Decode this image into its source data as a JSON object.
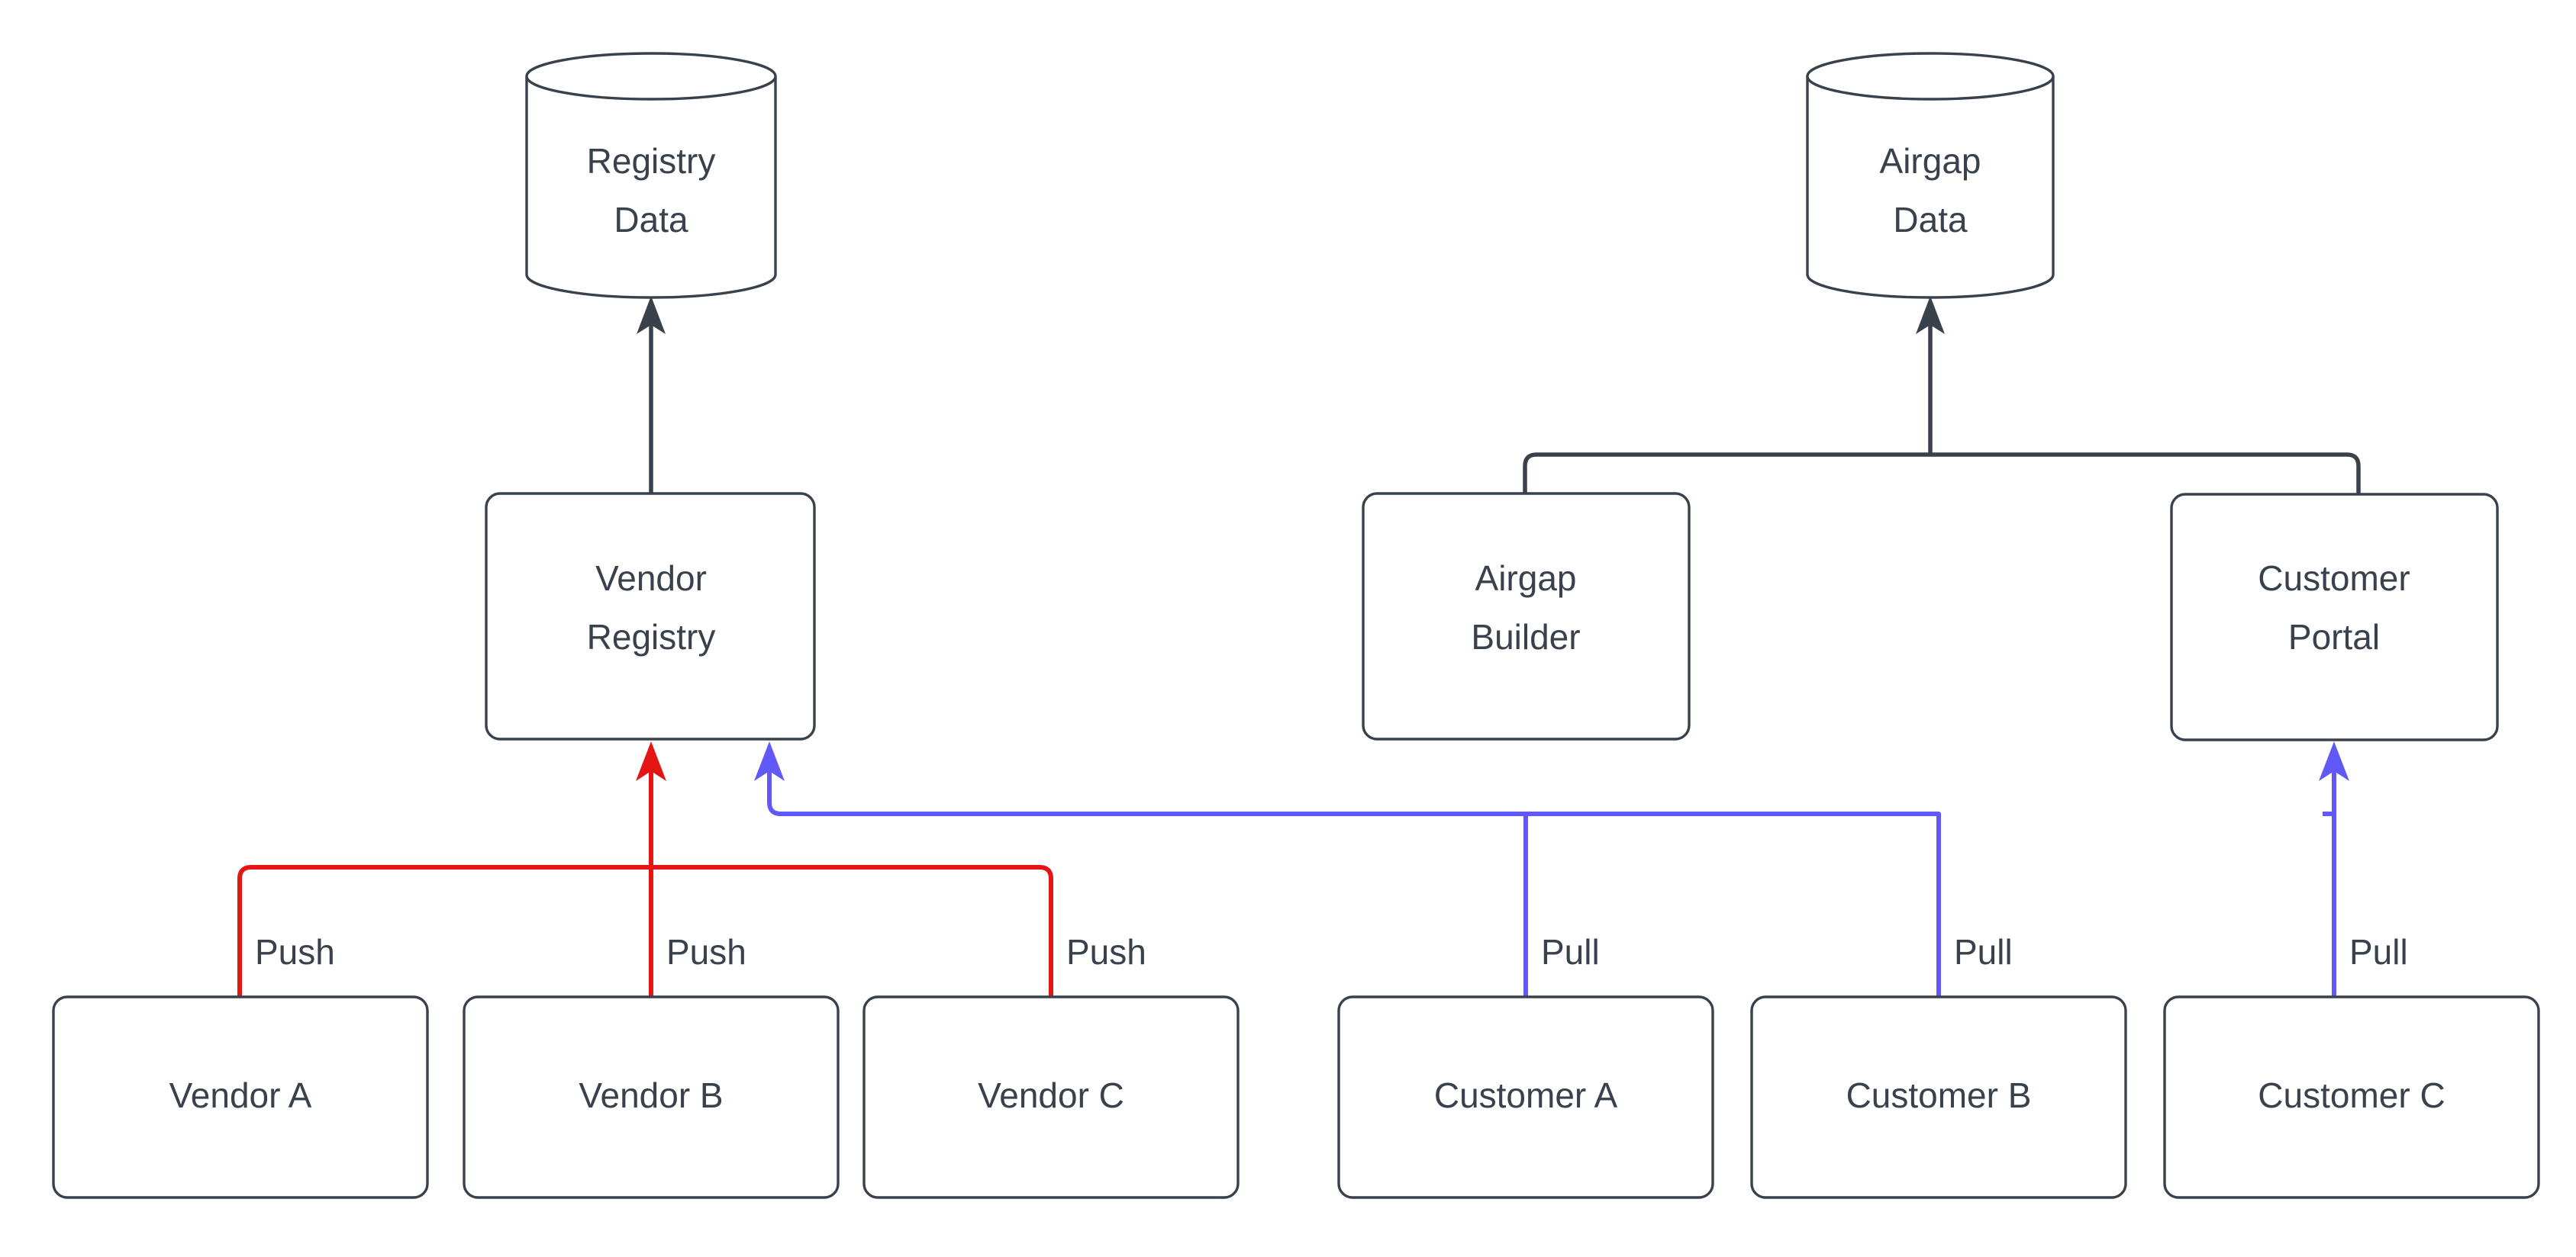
{
  "diagram": {
    "type": "flowchart",
    "background": "#ffffff",
    "colors": {
      "node_stroke": "#39414d",
      "node_fill": "#ffffff",
      "text": "#39414d",
      "push_edge": "#e51515",
      "pull_edge": "#6159f7",
      "default_edge": "#39414d"
    },
    "nodes": [
      {
        "id": "registry-data",
        "shape": "cylinder",
        "label_line1": "Registry",
        "label_line2": "Data"
      },
      {
        "id": "airgap-data",
        "shape": "cylinder",
        "label_line1": "Airgap",
        "label_line2": "Data"
      },
      {
        "id": "vendor-registry",
        "shape": "rounded-rect",
        "label_line1": "Vendor",
        "label_line2": "Registry"
      },
      {
        "id": "airgap-builder",
        "shape": "rounded-rect",
        "label_line1": "Airgap",
        "label_line2": "Builder"
      },
      {
        "id": "customer-portal",
        "shape": "rounded-rect",
        "label_line1": "Customer",
        "label_line2": "Portal"
      },
      {
        "id": "vendor-a",
        "shape": "rounded-rect",
        "label_line1": "Vendor A",
        "label_line2": ""
      },
      {
        "id": "vendor-b",
        "shape": "rounded-rect",
        "label_line1": "Vendor B",
        "label_line2": ""
      },
      {
        "id": "vendor-c",
        "shape": "rounded-rect",
        "label_line1": "Vendor C",
        "label_line2": ""
      },
      {
        "id": "customer-a",
        "shape": "rounded-rect",
        "label_line1": "Customer A",
        "label_line2": ""
      },
      {
        "id": "customer-b",
        "shape": "rounded-rect",
        "label_line1": "Customer B",
        "label_line2": ""
      },
      {
        "id": "customer-c",
        "shape": "rounded-rect",
        "label_line1": "Customer C",
        "label_line2": ""
      }
    ],
    "edges": [
      {
        "id": "e-vendor-registry-to-registry-data",
        "from": "vendor-registry",
        "to": "registry-data",
        "label": "",
        "color": "default_edge",
        "arrow": true
      },
      {
        "id": "e-airgap-builder-to-airgap-data",
        "from": "airgap-builder",
        "to": "airgap-data",
        "label": "",
        "color": "default_edge",
        "arrow": true
      },
      {
        "id": "e-customer-portal-to-airgap-data",
        "from": "customer-portal",
        "to": "airgap-data",
        "label": "",
        "color": "default_edge",
        "arrow": true
      },
      {
        "id": "e-vendor-a-push",
        "from": "vendor-a",
        "to": "vendor-registry",
        "label": "Push",
        "color": "push_edge",
        "arrow": true
      },
      {
        "id": "e-vendor-b-push",
        "from": "vendor-b",
        "to": "vendor-registry",
        "label": "Push",
        "color": "push_edge",
        "arrow": true
      },
      {
        "id": "e-vendor-c-push",
        "from": "vendor-c",
        "to": "vendor-registry",
        "label": "Push",
        "color": "push_edge",
        "arrow": true
      },
      {
        "id": "e-customer-a-pull",
        "from": "customer-a",
        "to": "vendor-registry",
        "label": "Pull",
        "color": "pull_edge",
        "arrow": true
      },
      {
        "id": "e-customer-b-pull",
        "from": "customer-b",
        "to": "vendor-registry",
        "label": "Pull",
        "color": "pull_edge",
        "arrow": true
      },
      {
        "id": "e-customer-c-pull",
        "from": "customer-c",
        "to": "customer-portal",
        "label": "Pull",
        "color": "pull_edge",
        "arrow": true
      }
    ]
  },
  "labels": {
    "registry_data_l1": "Registry",
    "registry_data_l2": "Data",
    "airgap_data_l1": "Airgap",
    "airgap_data_l2": "Data",
    "vendor_registry_l1": "Vendor",
    "vendor_registry_l2": "Registry",
    "airgap_builder_l1": "Airgap",
    "airgap_builder_l2": "Builder",
    "customer_portal_l1": "Customer",
    "customer_portal_l2": "Portal",
    "vendor_a": "Vendor A",
    "vendor_b": "Vendor B",
    "vendor_c": "Vendor C",
    "customer_a": "Customer A",
    "customer_b": "Customer B",
    "customer_c": "Customer C",
    "push_a": "Push",
    "push_b": "Push",
    "push_c": "Push",
    "pull_a": "Pull",
    "pull_b": "Pull",
    "pull_c": "Pull"
  }
}
